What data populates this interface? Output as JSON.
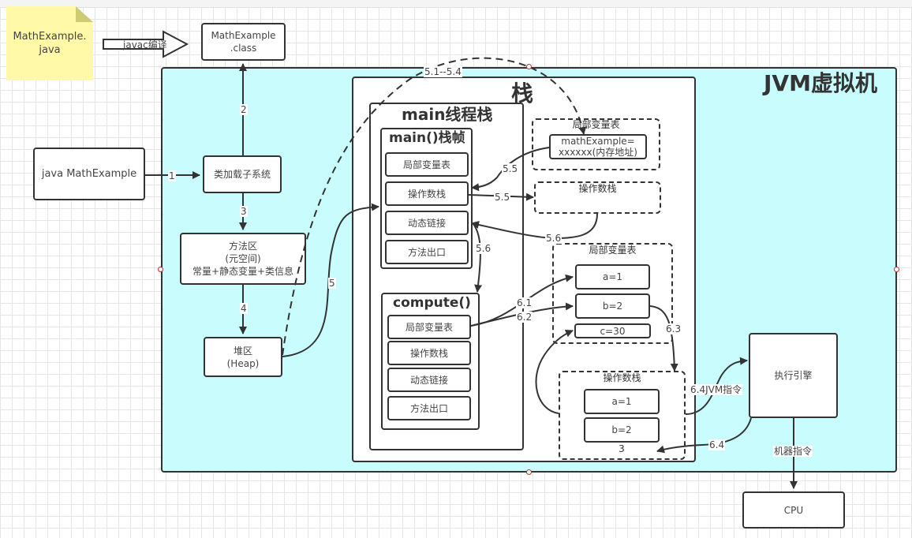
{
  "note": {
    "text_line1": "MathExample.",
    "text_line2": "java"
  },
  "compile_arrow": {
    "label": "javac编译"
  },
  "class_file": {
    "line1": "MathExample",
    "line2": ".class"
  },
  "launcher": {
    "label": "java MathExample"
  },
  "jvm": {
    "title": "JVM虚拟机"
  },
  "class_loader": {
    "label": "类加载子系统"
  },
  "method_area": {
    "line1": "方法区",
    "line2": "(元空间)",
    "line3": "常量+静态变量+类信息"
  },
  "heap": {
    "line1": "堆区",
    "line2": "(Heap)"
  },
  "stack": {
    "title": "栈",
    "thread_title": "main线程栈",
    "main_frame": {
      "title": "main()栈帧",
      "items": [
        "局部变量表",
        "操作数栈",
        "动态链接",
        "方法出口"
      ]
    },
    "compute_frame": {
      "title": "compute()",
      "items": [
        "局部变量表",
        "操作数栈",
        "动态链接",
        "方法出口"
      ]
    },
    "main_locals": {
      "title": "局部变量表",
      "entry_line1": "mathExample=",
      "entry_line2": "xxxxxx(内存地址)"
    },
    "main_operand": {
      "title": "操作数栈"
    },
    "compute_locals": {
      "title": "局部变量表",
      "entries": [
        "a=1",
        "b=2",
        "c=30"
      ]
    },
    "compute_operand": {
      "title": "操作数栈",
      "entries": [
        "a=1",
        "b=2"
      ],
      "result": "3"
    }
  },
  "exec_engine": {
    "label": "执行引擎"
  },
  "cpu": {
    "label": "CPU"
  },
  "edges": {
    "e1": "1",
    "e2": "2",
    "e3": "3",
    "e4": "4",
    "e5": "5",
    "e51_54": "5.1--5.4",
    "e55a": "5.5",
    "e55b": "5.5",
    "e56a": "5.6",
    "e56b": "5.6",
    "e61": "6.1",
    "e62": "6.2",
    "e63": "6.3",
    "e64a": "6.4JVM指令",
    "e64b": "6.4",
    "machine": "机器指令"
  }
}
